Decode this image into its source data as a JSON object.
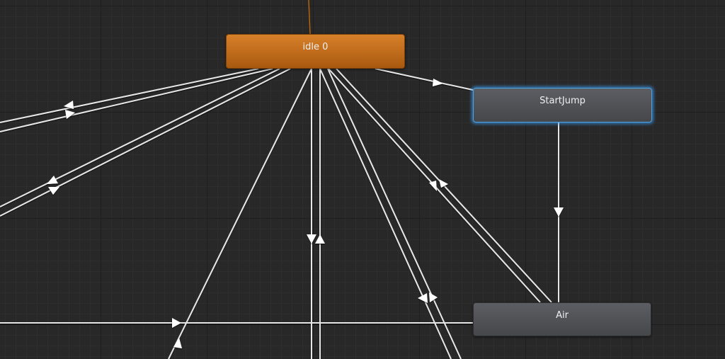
{
  "graph": {
    "background_color": "#282828",
    "nodes": [
      {
        "id": "idle0",
        "label": "idle 0",
        "type": "default",
        "color": "#c46d1c",
        "selected": false
      },
      {
        "id": "startjump",
        "label": "StartJump",
        "type": "state",
        "color": "#515357",
        "selected": true,
        "selection_color": "#4aa3e8"
      },
      {
        "id": "air",
        "label": "Air",
        "type": "state",
        "color": "#4b4d51",
        "selected": false
      }
    ],
    "entry_line_color": "#b3650f",
    "transition_color": "#e6e6e6",
    "transitions": [
      {
        "from": "idle0",
        "to": "offscreen-left-upper",
        "arrow": "left"
      },
      {
        "from": "offscreen-left-upper",
        "to": "idle0",
        "arrow": "right"
      },
      {
        "from": "idle0",
        "to": "offscreen-left-middle",
        "arrow": "up-left"
      },
      {
        "from": "offscreen-left-middle",
        "to": "idle0",
        "arrow": "down-right"
      },
      {
        "from": "offscreen-bottom-left",
        "to": "idle0",
        "arrow": "up"
      },
      {
        "from": "idle0",
        "to": "offscreen-bottom",
        "arrow": "down"
      },
      {
        "from": "offscreen-bottom",
        "to": "idle0",
        "arrow": "up"
      },
      {
        "from": "idle0",
        "to": "offscreen-bottom-right",
        "arrow": "left"
      },
      {
        "from": "offscreen-bottom-right",
        "to": "idle0",
        "arrow": "right"
      },
      {
        "from": "idle0",
        "to": "air",
        "arrow": "down-right"
      },
      {
        "from": "air",
        "to": "idle0",
        "arrow": "up-left"
      },
      {
        "from": "idle0",
        "to": "startjump",
        "arrow": "right"
      },
      {
        "from": "startjump",
        "to": "air",
        "arrow": "down"
      },
      {
        "from": "air",
        "to": "offscreen-left",
        "arrow": "right"
      }
    ]
  }
}
